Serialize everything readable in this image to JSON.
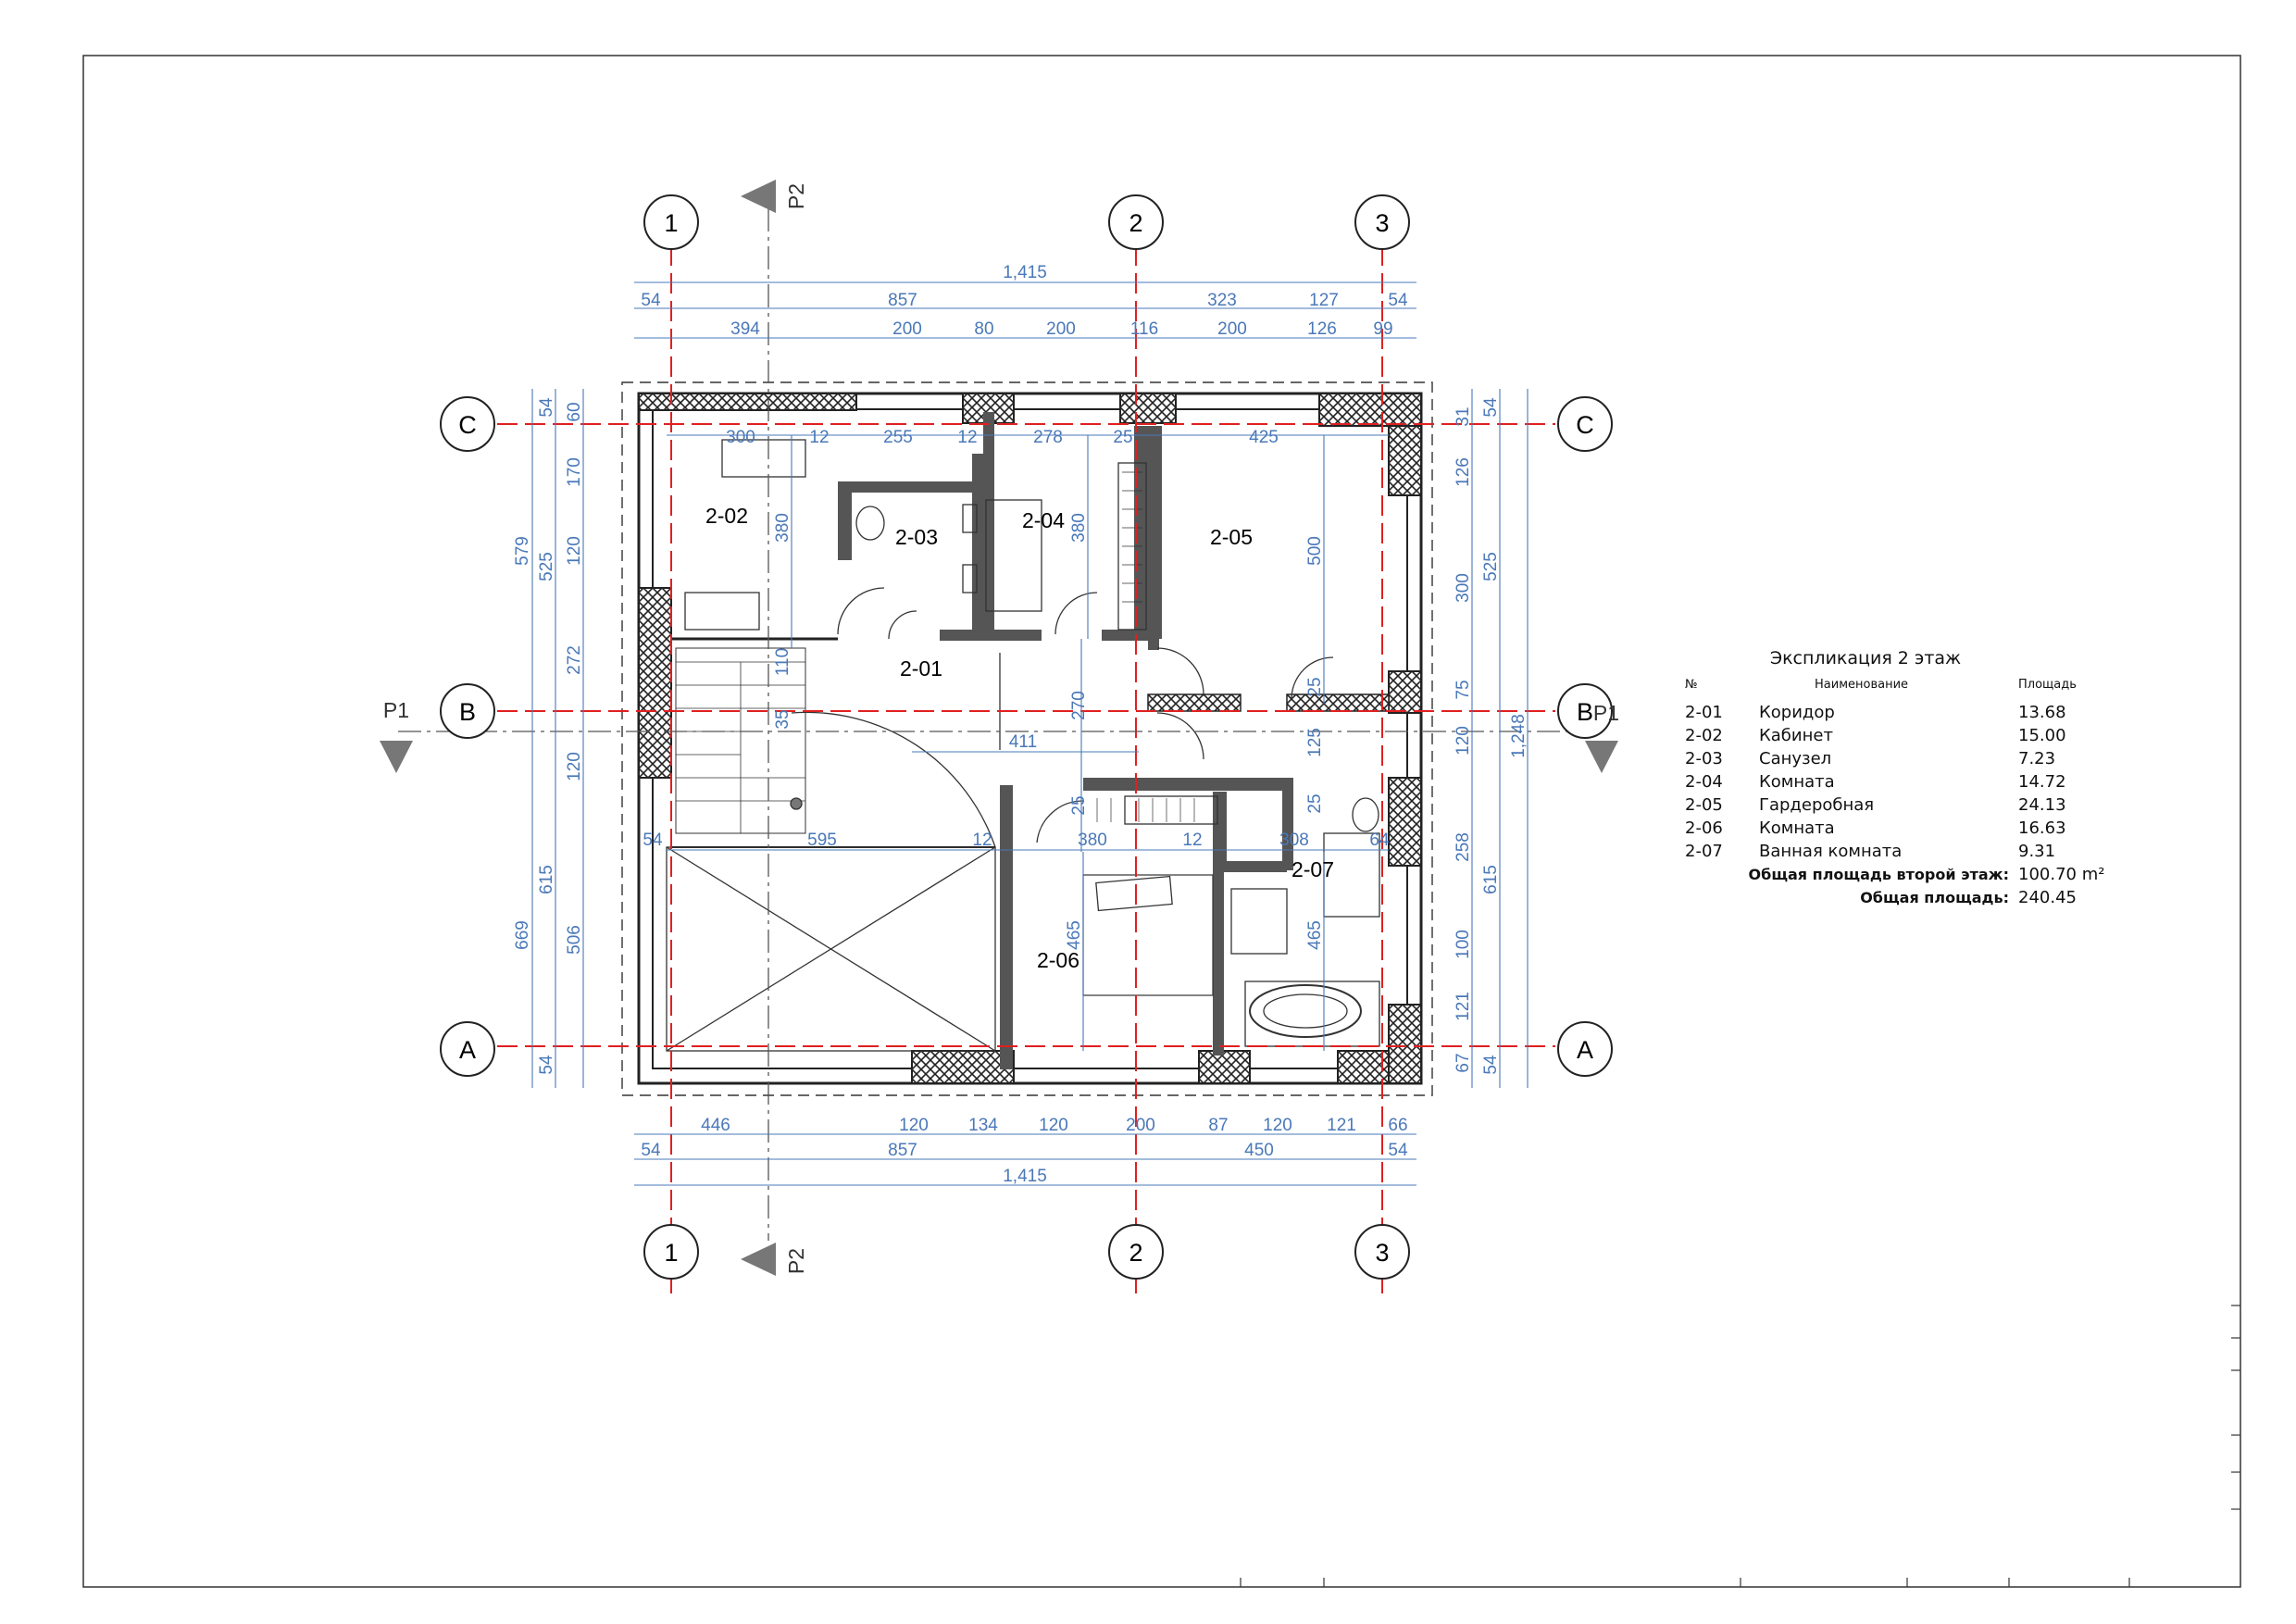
{
  "axes": {
    "columns": [
      "1",
      "2",
      "3"
    ],
    "rows": [
      "C",
      "B",
      "A"
    ]
  },
  "sections": {
    "vertical": "P2",
    "horizontal": "P1"
  },
  "rooms": [
    {
      "id": "2-01"
    },
    {
      "id": "2-02"
    },
    {
      "id": "2-03"
    },
    {
      "id": "2-04"
    },
    {
      "id": "2-05"
    },
    {
      "id": "2-06"
    },
    {
      "id": "2-07"
    }
  ],
  "dimensions": {
    "top_total": "1,415",
    "top_row2": [
      "54",
      "857",
      "323",
      "127",
      "54"
    ],
    "top_row3": [
      "394",
      "200",
      "80",
      "200",
      "116",
      "200",
      "126",
      "99"
    ],
    "bottom_row1": [
      "446",
      "120",
      "134",
      "120",
      "200",
      "87",
      "120",
      "121",
      "66"
    ],
    "bottom_row2": [
      "54",
      "857",
      "450",
      "54"
    ],
    "bottom_total": "1,415",
    "left_outer": [
      "579",
      "669"
    ],
    "left_mid": [
      "54",
      "525",
      "615",
      "54"
    ],
    "left_inner": [
      "60",
      "170",
      "120",
      "272",
      "120",
      "506"
    ],
    "right_inner": [
      "31",
      "126",
      "300",
      "75",
      "120",
      "258",
      "100",
      "121",
      "67"
    ],
    "right_mid": [
      "54",
      "525",
      "615",
      "54"
    ],
    "right_outer": "1,248",
    "interior": [
      "300",
      "12",
      "255",
      "12",
      "278",
      "25",
      "425",
      "380",
      "380",
      "500",
      "110",
      "35",
      "270",
      "25",
      "125",
      "411",
      "25",
      "25",
      "54",
      "595",
      "12",
      "380",
      "12",
      "308",
      "64",
      "465",
      "465"
    ]
  },
  "legend": {
    "title": "Экспликация 2 этаж",
    "headers": [
      "№",
      "Наименование",
      "Площадь"
    ],
    "rows": [
      {
        "no": "2-01",
        "name": "Коридор",
        "area": "13.68"
      },
      {
        "no": "2-02",
        "name": "Кабинет",
        "area": "15.00"
      },
      {
        "no": "2-03",
        "name": "Санузел",
        "area": "7.23"
      },
      {
        "no": "2-04",
        "name": "Комната",
        "area": "14.72"
      },
      {
        "no": "2-05",
        "name": "Гардеробная",
        "area": "24.13"
      },
      {
        "no": "2-06",
        "name": "Комната",
        "area": "16.63"
      },
      {
        "no": "2-07",
        "name": "Ванная комната",
        "area": "9.31"
      }
    ],
    "total_floor_label": "Общая площадь второй этаж:",
    "total_floor_value": "100.70 m²",
    "total_label": "Общая площадь:",
    "total_value": "240.45"
  }
}
